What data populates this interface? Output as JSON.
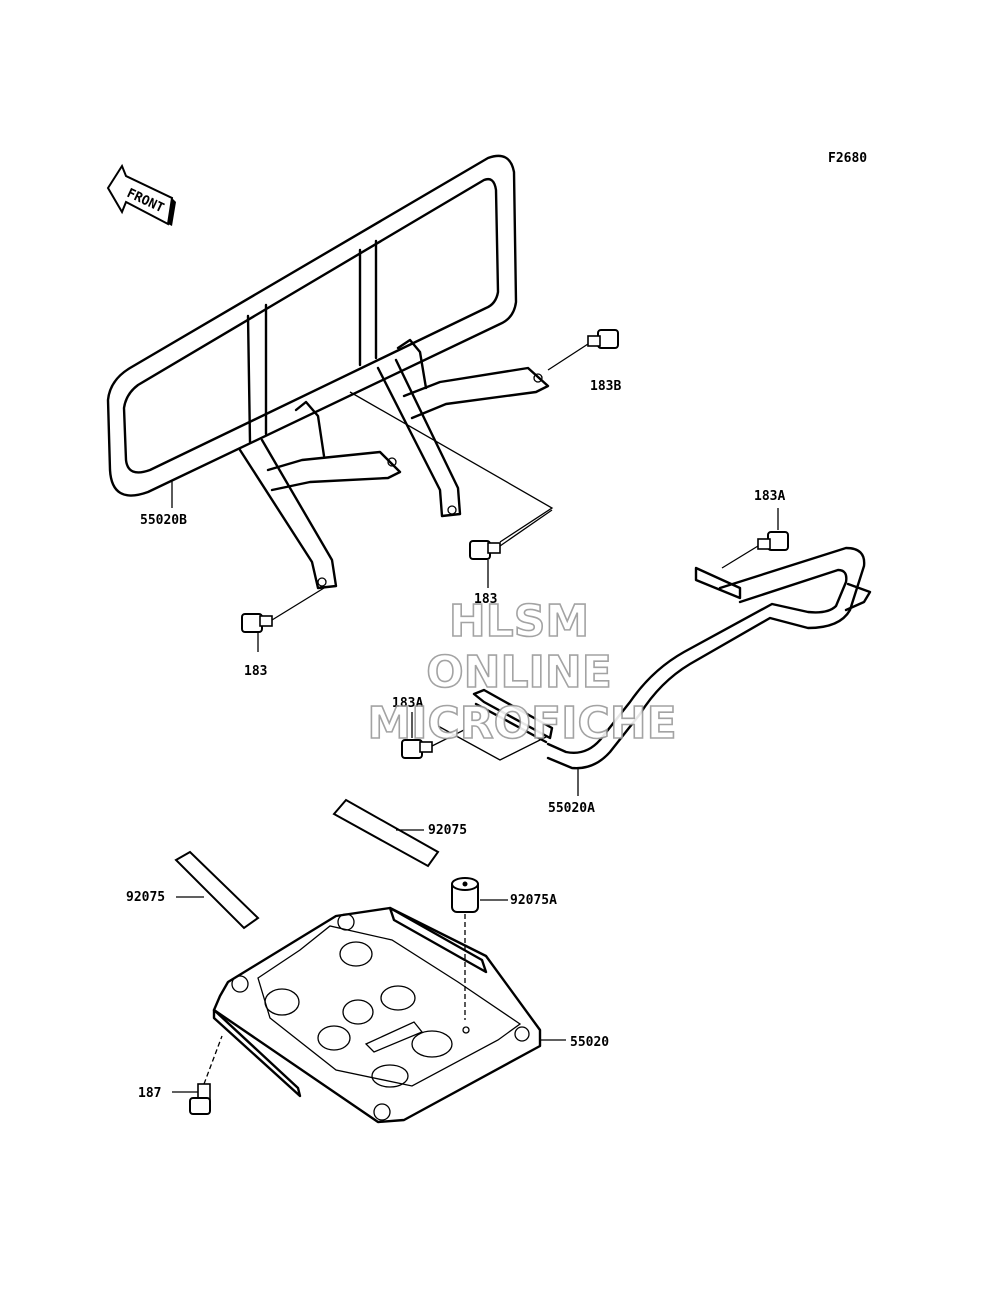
{
  "figure_code": "F2680",
  "front_arrow_text": "FRONT",
  "labels": {
    "guard_rear": "55020B",
    "bolt_183b": "183B",
    "bolt_183_center": "183",
    "bolt_183_left": "183",
    "bolt_183a_right": "183A",
    "bolt_183a_left": "183A",
    "guard_front": "55020A",
    "pad_upper": "92075",
    "pad_left": "92075",
    "damper": "92075A",
    "skid_plate": "55020",
    "bolt_187": "187"
  },
  "watermark": {
    "line1": "HLSM",
    "line2": "ONLINE",
    "line3": "MICROFICHE"
  }
}
